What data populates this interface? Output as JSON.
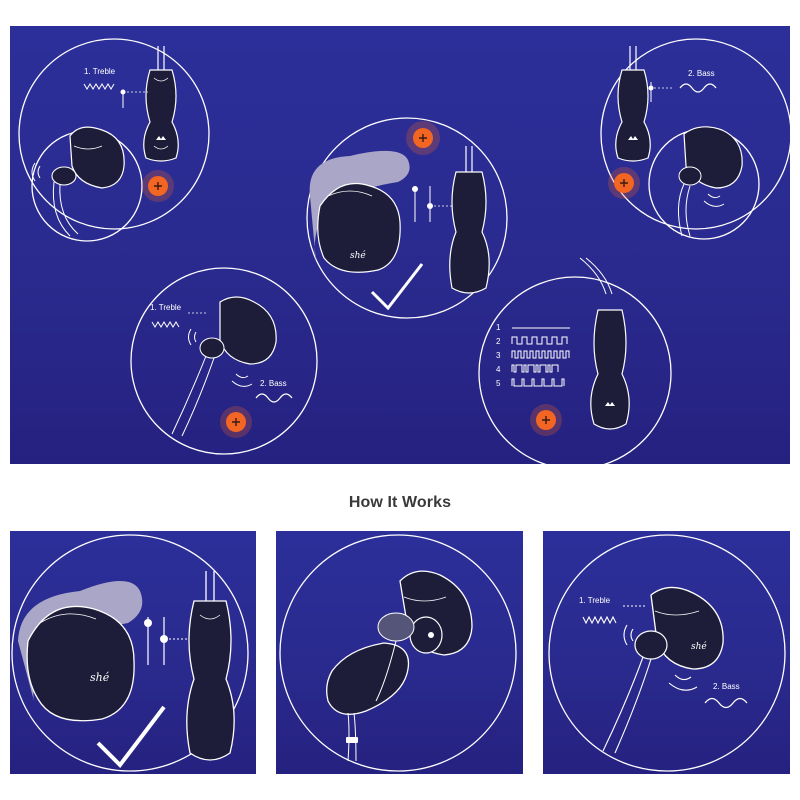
{
  "heading": "How It Works",
  "labels": {
    "treble": "1. Treble",
    "bass": "2. Bass",
    "bass_spaced": "2.  Bass"
  },
  "patterns": [
    "1",
    "2",
    "3",
    "4",
    "5"
  ],
  "colors": {
    "panel": "#2a2c92",
    "line": "#ffffff",
    "device": "#1d1d3a",
    "plus_button": "#f26522",
    "sleeve": "#a9a6c7"
  },
  "icons": [
    "plus-icon",
    "checkmark-icon",
    "crown-icon"
  ]
}
